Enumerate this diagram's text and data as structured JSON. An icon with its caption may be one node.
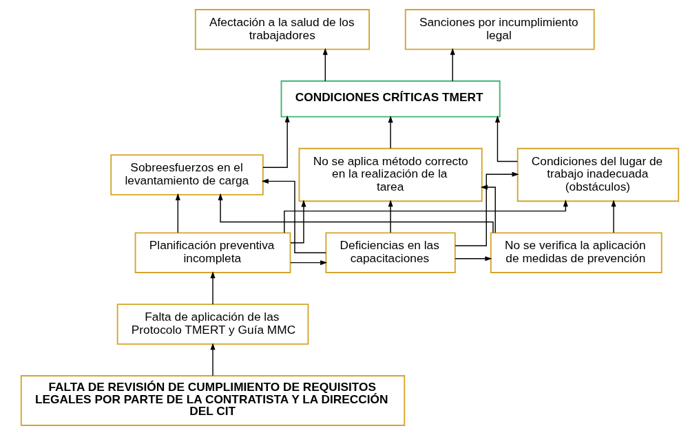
{
  "diagram": {
    "nodes": [
      {
        "text": [
          "Afectación a la salud de los trabajadores"
        ]
      },
      {
        "text": [
          "Sanciones por incumplimiento legal"
        ]
      },
      {
        "text": [
          "CONDICIONES CRÍTICAS TMERT"
        ]
      },
      {
        "text": [
          "Sobreesfuerzos en el levantamiento de carga"
        ]
      },
      {
        "text": [
          "No se aplica método correcto en la realización de la tarea"
        ]
      },
      {
        "text": [
          "Condiciones del lugar de trabajo inadecuada (obstáculos)"
        ]
      },
      {
        "text": [
          "Planificación preventiva incompleta"
        ]
      },
      {
        "text": [
          "Deficiencias en las capacitaciones"
        ]
      },
      {
        "text": [
          "No se verifica la aplicación de medidas de prevención"
        ]
      },
      {
        "text": [
          "Falta de aplicación de las Protocolo TMERT y Guía MMC"
        ]
      },
      {
        "text": [
          "FALTA DE REVISIÓN DE CUMPLIMIENTO DE REQUISITOS LEGALES POR PARTE DE LA CONTRATISTA Y LA DIRECCIÓN DEL CIT"
        ]
      }
    ],
    "edges": [
      {
        "from": 2,
        "to": 0,
        "arrow": "to"
      },
      {
        "from": 2,
        "to": 1,
        "arrow": "to"
      },
      {
        "from": 3,
        "to": 2,
        "arrow": "to"
      },
      {
        "from": 4,
        "to": 2,
        "arrow": "to"
      },
      {
        "from": 5,
        "to": 2,
        "arrow": "to"
      },
      {
        "from": 6,
        "to": 3,
        "arrow": "to"
      },
      {
        "from": 6,
        "to": 4,
        "arrow": "to"
      },
      {
        "from": 6,
        "to": 5,
        "arrow": "to"
      },
      {
        "from": 7,
        "to": 3,
        "arrow": "to"
      },
      {
        "from": 7,
        "to": 4,
        "arrow": "to"
      },
      {
        "from": 7,
        "to": 5,
        "arrow": "to"
      },
      {
        "from": 8,
        "to": 3,
        "arrow": "to"
      },
      {
        "from": 8,
        "to": 4,
        "arrow": "to"
      },
      {
        "from": 8,
        "to": 5,
        "arrow": "to"
      },
      {
        "from": 6,
        "to": 7,
        "arrow": "to"
      },
      {
        "from": 7,
        "to": 8,
        "arrow": "to"
      },
      {
        "from": 9,
        "to": 6,
        "arrow": "to"
      },
      {
        "from": 10,
        "to": 9,
        "arrow": "to"
      }
    ]
  }
}
